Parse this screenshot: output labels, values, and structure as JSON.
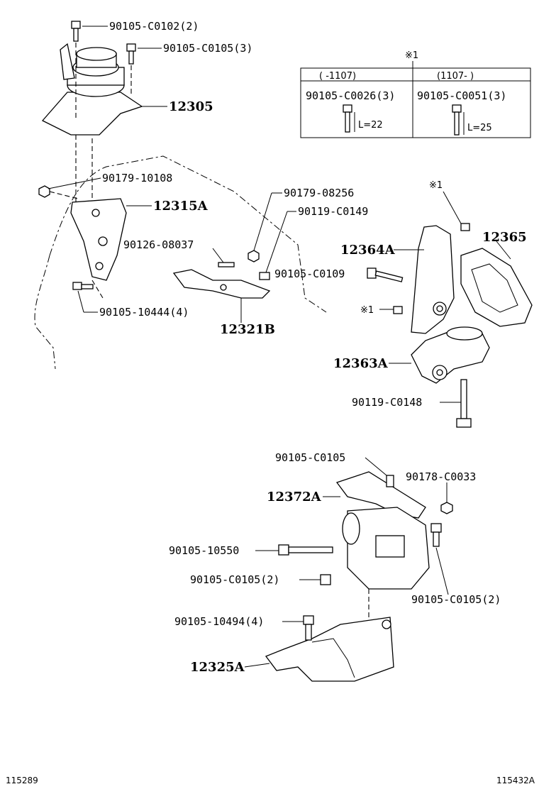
{
  "callouts": {
    "p90105_C0102": "90105-C0102(2)",
    "p90105_C0105_3": "90105-C0105(3)",
    "p12305": "12305",
    "p90179_10108": "90179-10108",
    "p12315A": "12315A",
    "p90126_08037": "90126-08037",
    "p90105_10444": "90105-10444(4)",
    "p12321B": "12321B",
    "p90179_08256": "90179-08256",
    "p90119_C0149": "90119-C0149",
    "p90105_C0109": "90105-C0109",
    "p12364A": "12364A",
    "p12365": "12365",
    "note_ref1": "※1",
    "note_ref2": "※1",
    "p12363A": "12363A",
    "p90119_C0148": "90119-C0148",
    "p90105_C0105": "90105-C0105",
    "p90178_C0033": "90178-C0033",
    "p12372A": "12372A",
    "p90105_10550": "90105-10550",
    "p90105_C0105_2a": "90105-C0105(2)",
    "p90105_C0105_2b": "90105-C0105(2)",
    "p90105_10494": "90105-10494(4)",
    "p12325A": "12325A"
  },
  "note_table": {
    "marker": "※1",
    "col1_header": "(    -1107)",
    "col2_header": "(1107-    )",
    "col1_part": "90105-C0026(3)",
    "col2_part": "90105-C0051(3)",
    "col1_length": "L=22",
    "col2_length": "L=25"
  },
  "footer": {
    "left_code": "115289",
    "right_code": "115432A"
  }
}
